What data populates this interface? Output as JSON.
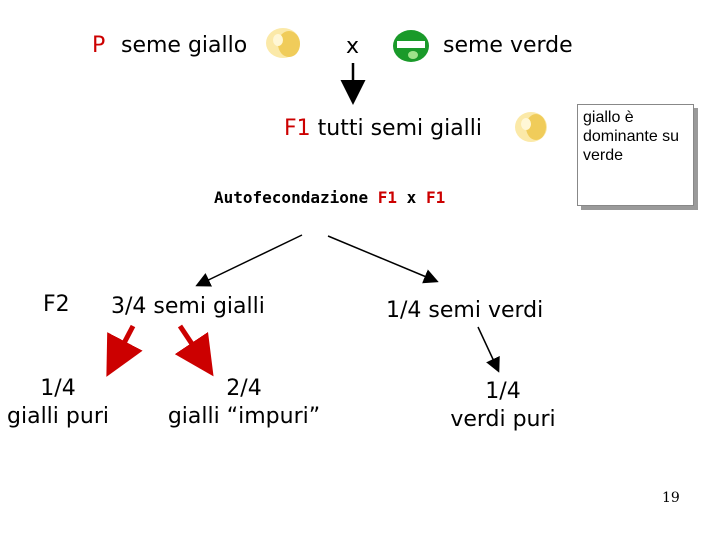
{
  "parental": {
    "p_label": "P",
    "yellow_label": "seme giallo",
    "cross_symbol": "x",
    "green_label": "seme verde"
  },
  "f1": {
    "label": "F1",
    "text": "tutti semi gialli"
  },
  "note_box": {
    "text": "giallo è dominante su verde"
  },
  "selfing": {
    "prefix": "Autofecondazione",
    "f1_a": "F1",
    "x": "x",
    "f1_b": "F1"
  },
  "f2": {
    "label": "F2",
    "yellow_fraction": "3/4",
    "yellow_text": "semi gialli",
    "green_fraction": "1/4",
    "green_text": "semi verdi"
  },
  "outcomes": {
    "pure_yellow_fraction": "1/4",
    "pure_yellow_text": "gialli puri",
    "impure_yellow_fraction": "2/4",
    "impure_yellow_text": "gialli “impuri”",
    "pure_green_fraction": "1/4",
    "pure_green_text": "verdi puri"
  },
  "page_number": "19",
  "colors": {
    "red": "#cc0000",
    "yellow_seed": "#f3d46a",
    "green_seed": "#1a9a2a",
    "arrow_black": "#000000"
  }
}
